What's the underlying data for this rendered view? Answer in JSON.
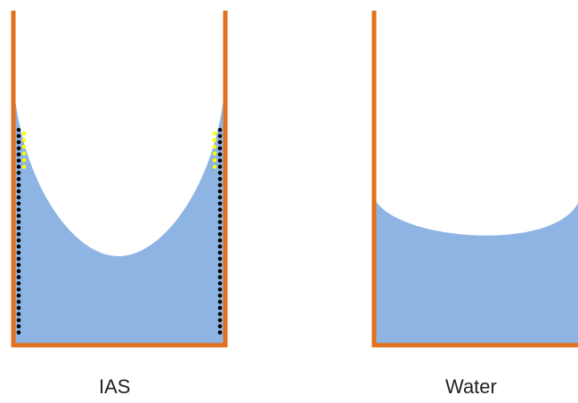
{
  "colors": {
    "container": "#E2711D",
    "liquid": "#8EB4E3",
    "surface_particle": "#000000",
    "edge_particle": "#FFFF00"
  },
  "panels": [
    {
      "label": "IAS",
      "meniscus": "concave-deep",
      "wall_particles": true
    },
    {
      "label": "Water",
      "meniscus": "concave-shallow",
      "wall_particles": false
    }
  ]
}
